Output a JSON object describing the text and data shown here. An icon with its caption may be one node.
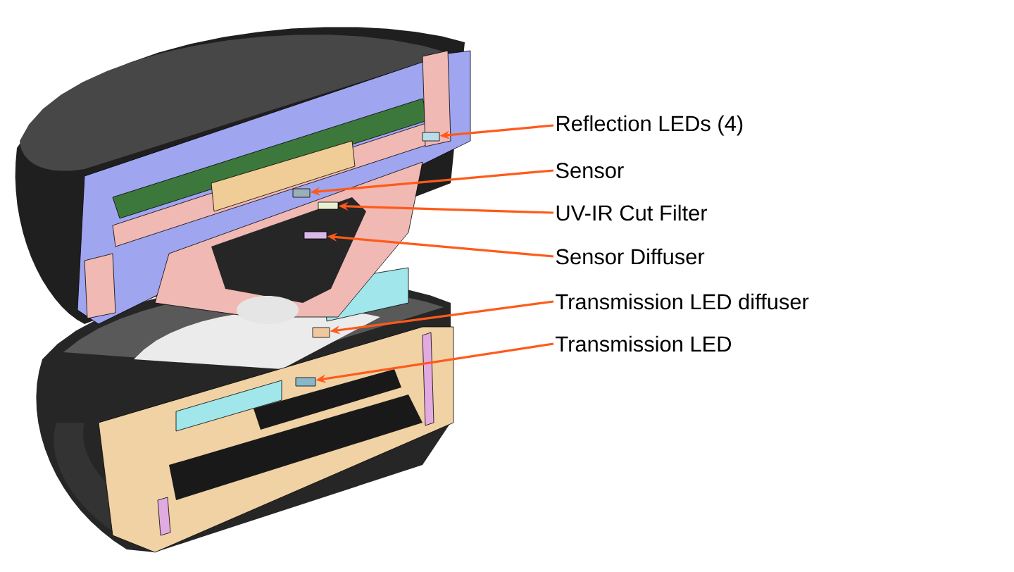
{
  "diagram": {
    "nodes": [
      {
        "text": [
          "Reflection LEDs (4)"
        ]
      },
      {
        "text": [
          "Sensor"
        ]
      },
      {
        "text": [
          "UV-IR Cut Filter"
        ]
      },
      {
        "text": [
          "Sensor Diffuser"
        ]
      },
      {
        "text": [
          "Transmission LED diffuser"
        ]
      },
      {
        "text": [
          "Transmission LED"
        ]
      },
      {
        "text": [],
        "shape": "box"
      },
      {
        "text": [],
        "shape": "box"
      },
      {
        "text": [],
        "shape": "box"
      },
      {
        "text": [],
        "shape": "box"
      },
      {
        "text": [],
        "shape": "box"
      },
      {
        "text": [],
        "shape": "box"
      }
    ],
    "edges": [
      {
        "from": 0,
        "to": 6,
        "arrow": "to"
      },
      {
        "from": 1,
        "to": 7,
        "arrow": "to"
      },
      {
        "from": 2,
        "to": 8,
        "arrow": "to"
      },
      {
        "from": 3,
        "to": 9,
        "arrow": "to"
      },
      {
        "from": 4,
        "to": 10,
        "arrow": "to"
      },
      {
        "from": 5,
        "to": 11,
        "arrow": "to"
      }
    ]
  }
}
